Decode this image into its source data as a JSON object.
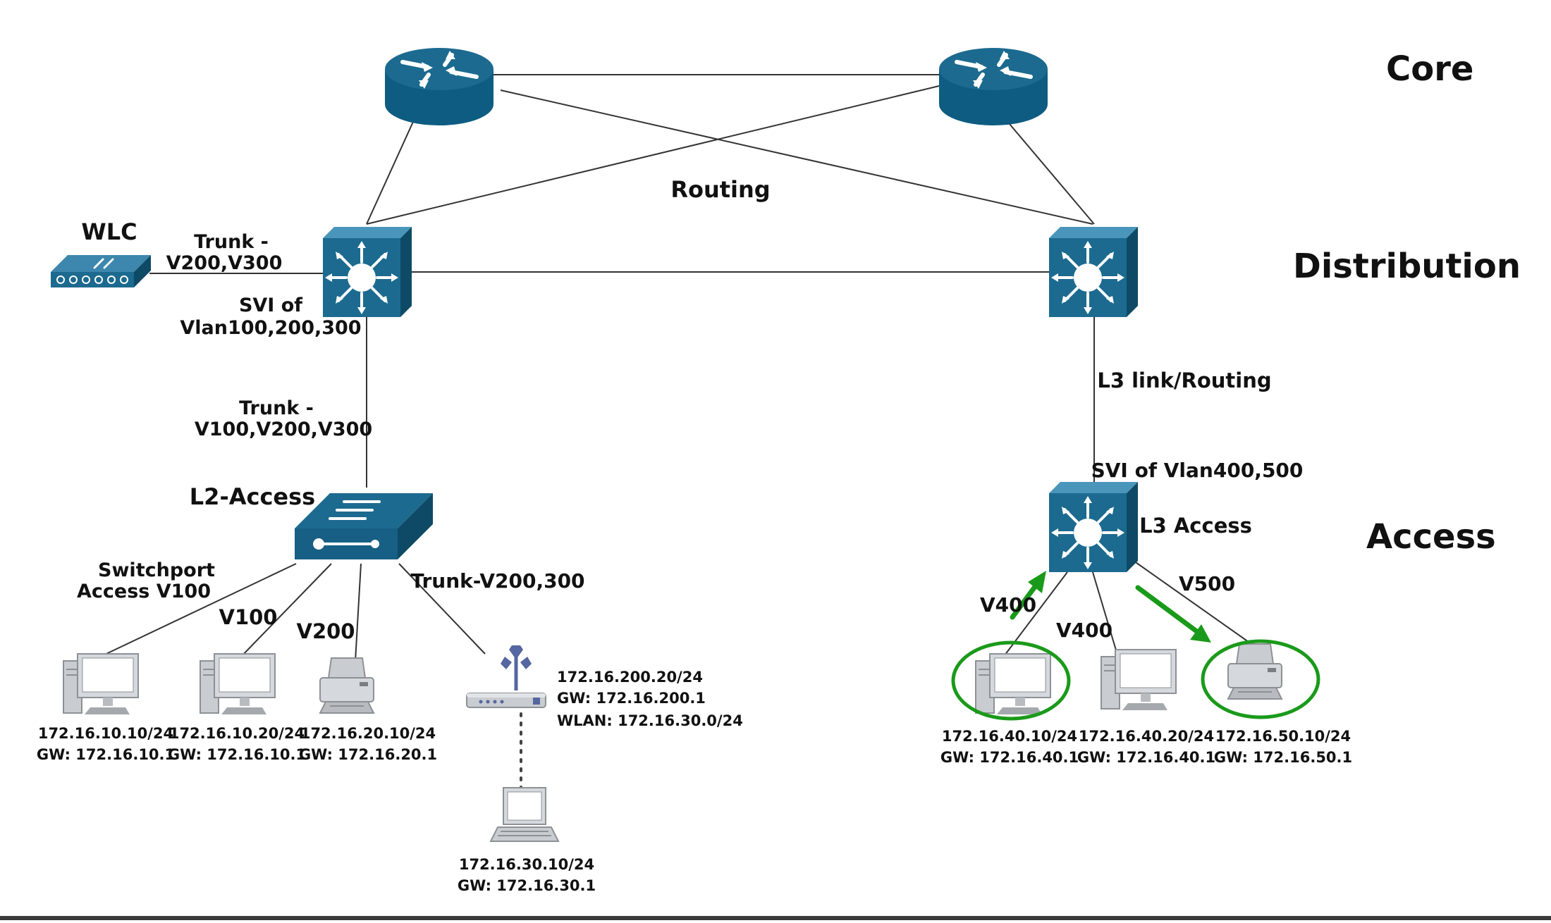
{
  "layers": {
    "core": "Core",
    "distribution": "Distribution",
    "access": "Access"
  },
  "labels": {
    "routing": "Routing",
    "wlc": "WLC",
    "trunk_wlc_1": "Trunk -",
    "trunk_wlc_2": "V200,V300",
    "svi_dist_1": "SVI of",
    "svi_dist_2": "Vlan100,200,300",
    "trunk_access_1": "Trunk -",
    "trunk_access_2": "V100,V200,V300",
    "l2_access": "L2-Access",
    "switchport_1": "Switchport",
    "switchport_2": "Access V100",
    "v100": "V100",
    "v200": "V200",
    "trunk_ap": "Trunk-V200,300",
    "l3_link": "L3 link/Routing",
    "svi_access": "SVI of Vlan400,500",
    "l3_access": "L3 Access",
    "v400_a": "V400",
    "v400_b": "V400",
    "v500": "V500"
  },
  "hosts": {
    "pc1": {
      "ip": "172.16.10.10/24",
      "gw": "GW: 172.16.10.1"
    },
    "pc2": {
      "ip": "172.16.10.20/24",
      "gw": "GW: 172.16.10.1"
    },
    "printer1": {
      "ip": "172.16.20.10/24",
      "gw": "GW: 172.16.20.1"
    },
    "ap": {
      "ip": "172.16.200.20/24",
      "gw": "GW: 172.16.200.1",
      "wlan": "WLAN: 172.16.30.0/24"
    },
    "laptop": {
      "ip": "172.16.30.10/24",
      "gw": "GW: 172.16.30.1"
    },
    "pc3": {
      "ip": "172.16.40.10/24",
      "gw": "GW: 172.16.40.1"
    },
    "pc4": {
      "ip": "172.16.40.20/24",
      "gw": "GW: 172.16.40.1"
    },
    "printer2": {
      "ip": "172.16.50.10/24",
      "gw": "GW: 172.16.50.1"
    }
  },
  "icons": {
    "router": "router-icon",
    "l3_switch": "layer3-switch-icon",
    "l2_switch": "layer2-switch-icon",
    "wlc": "wireless-lan-controller-icon",
    "pc": "desktop-pc-icon",
    "printer": "printer-icon",
    "ap": "access-point-icon",
    "laptop": "laptop-icon"
  },
  "colors": {
    "device": "#1c6a8f",
    "device_dark": "#0e4a66",
    "highlight": "#1a9a1a",
    "line": "#333333"
  }
}
